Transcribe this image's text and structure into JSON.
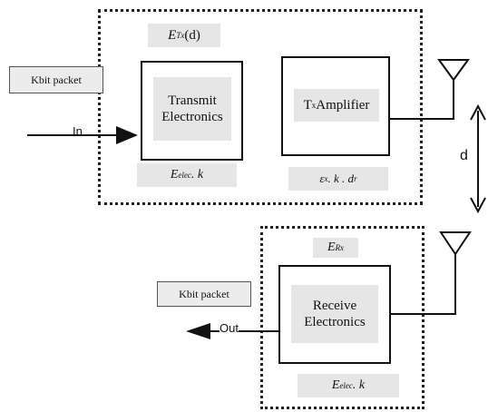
{
  "transmitter": {
    "energy_label": {
      "sym": "E",
      "sub": "Tx",
      "suffix": "(d)"
    },
    "packet_label": "Kbit packet",
    "input_label": "In",
    "electronics_label": "Transmit\nElectronics",
    "amplifier_label": {
      "prefix": "T",
      "sub": "x",
      "suffix": " Amplifier"
    },
    "elec_energy": {
      "sym": "E",
      "sub": "elec",
      "suffix": " . k"
    },
    "amp_energy": {
      "sym": "ε",
      "sub": "x",
      "mid": " . k . d",
      "sup": "r"
    }
  },
  "distance_label": "d",
  "receiver": {
    "energy_label": {
      "sym": "E",
      "sub": "Rx"
    },
    "packet_label": "Kbit packet",
    "output_label": "Out",
    "electronics_label": "Receive\nElectronics",
    "elec_energy": {
      "sym": "E",
      "sub": "elec",
      "suffix": " . k"
    }
  }
}
